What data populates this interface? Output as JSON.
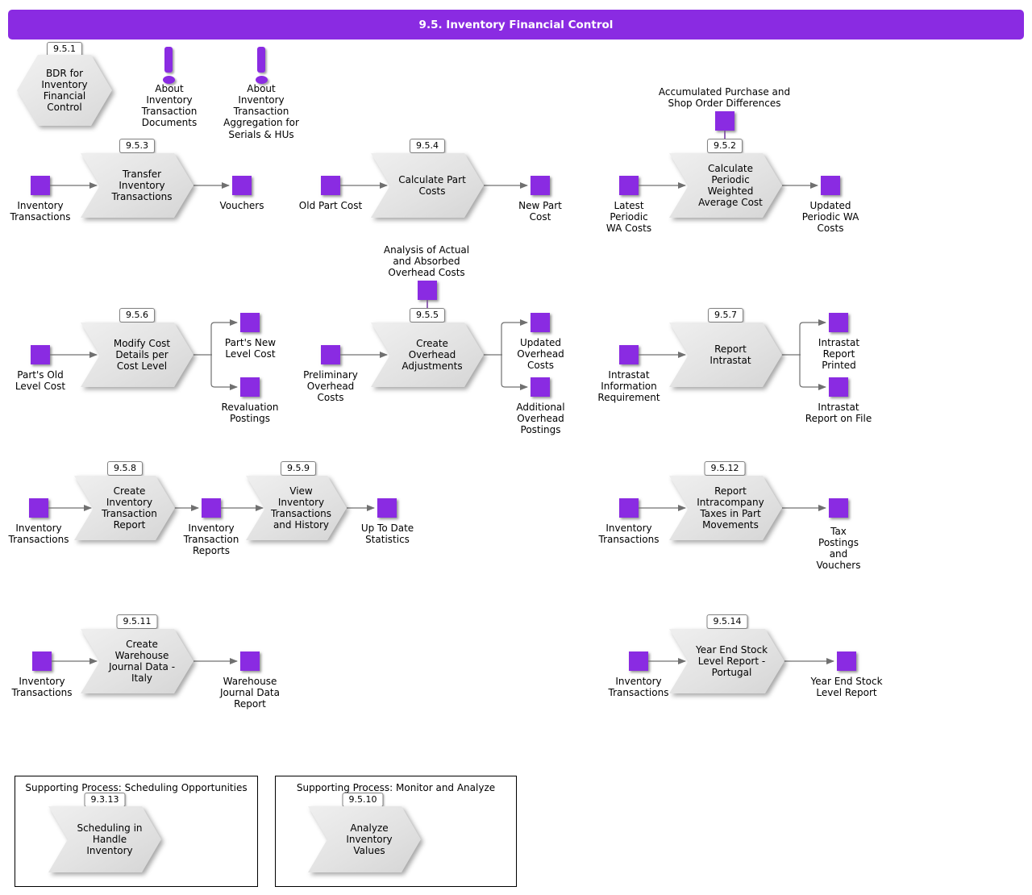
{
  "header": {
    "title": "9.5. Inventory Financial Control"
  },
  "palette": {
    "accent_purple": "#8A2BE2",
    "process_gray": "#E3E3E3",
    "arrow_gray": "#707070",
    "aux_connector_purple": "#7030A0"
  },
  "bdr": {
    "id": "9.5.1",
    "label": "BDR for Inventory Financial Control"
  },
  "notes": {
    "docs": {
      "label": "About Inventory Transaction Documents"
    },
    "aggregation": {
      "label": "About Inventory Transaction Aggregation for Serials & HUs"
    }
  },
  "flows": {
    "transfer": {
      "id": "9.5.3",
      "process": "Transfer Inventory Transactions",
      "input": "Inventory Transactions",
      "output": "Vouchers"
    },
    "calc_part": {
      "id": "9.5.4",
      "process": "Calculate Part Costs",
      "input": "Old Part Cost",
      "output": "New Part Cost"
    },
    "calc_wa": {
      "id": "9.5.2",
      "process": "Calculate Periodic Weighted Average Cost",
      "aux": "Accumulated Purchase and Shop Order Differences",
      "input": "Latest Periodic WA Costs",
      "output": "Updated Periodic WA Costs"
    },
    "modify_cost": {
      "id": "9.5.6",
      "process": "Modify Cost Details per Cost Level",
      "input": "Part's Old Level Cost",
      "output1": "Part's New Level Cost",
      "output2": "Revaluation Postings"
    },
    "overhead": {
      "id": "9.5.5",
      "process": "Create Overhead Adjustments",
      "aux": "Analysis of Actual and Absorbed Overhead Costs",
      "input": "Preliminary Overhead Costs",
      "output1": "Updated Overhead Costs",
      "output2": "Additional Overhead Postings"
    },
    "intrastat": {
      "id": "9.5.7",
      "process": "Report Intrastat",
      "input": "Intrastat Information Requirement",
      "output1": "Intrastat Report Printed",
      "output2": "Intrastat Report on File"
    },
    "create_report": {
      "id": "9.5.8",
      "process": "Create Inventory Transaction Report",
      "input": "Inventory Transactions",
      "output": "Inventory Transaction Reports"
    },
    "view_history": {
      "id": "9.5.9",
      "process": "View Inventory Transactions and History",
      "output": "Up To Date Statistics"
    },
    "intracompany": {
      "id": "9.5.12",
      "process": "Report Intracompany Taxes in Part Movements",
      "input": "Inventory Transactions",
      "output": "Tax Postings and Vouchers"
    },
    "warehouse_italy": {
      "id": "9.5.11",
      "process": "Create Warehouse Journal Data - Italy",
      "input": "Inventory Transactions",
      "output": "Warehouse Journal Data Report"
    },
    "year_end_portugal": {
      "id": "9.5.14",
      "process": "Year End Stock Level Report - Portugal",
      "input": "Inventory Transactions",
      "output": "Year End Stock Level Report"
    }
  },
  "supporting": {
    "scheduling": {
      "title": "Supporting Process: Scheduling Opportunities",
      "id": "9.3.13",
      "process": "Scheduling in Handle Inventory"
    },
    "monitor": {
      "title": "Supporting Process: Monitor and Analyze",
      "id": "9.5.10",
      "process": "Analyze Inventory Values"
    }
  }
}
